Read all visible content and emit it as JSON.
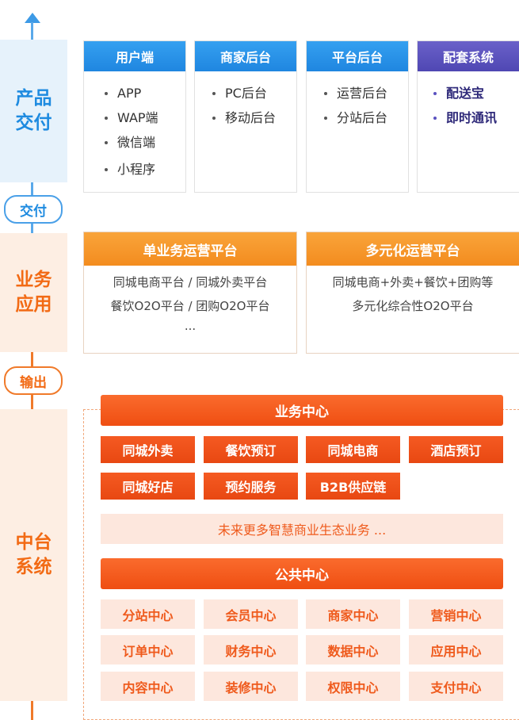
{
  "sections": {
    "product": "产品\n交付",
    "business": "业务\n应用",
    "middle": "中台\n系统"
  },
  "connectors": {
    "deliver": "交付",
    "output": "输出"
  },
  "product_columns": [
    {
      "title": "用户端",
      "items": [
        "APP",
        "WAP端",
        "微信端",
        "小程序"
      ]
    },
    {
      "title": "商家后台",
      "items": [
        "PC后台",
        "移动后台"
      ]
    },
    {
      "title": "平台后台",
      "items": [
        "运营后台",
        "分站后台"
      ]
    },
    {
      "title": "配套系统",
      "items": [
        "配送宝",
        "即时通讯"
      ]
    }
  ],
  "platforms": [
    {
      "title": "单业务运营平台",
      "lines": [
        "同城电商平台 / 同城外卖平台",
        "餐饮O2O平台 / 团购O2O平台",
        "..."
      ]
    },
    {
      "title": "多元化运营平台",
      "lines": [
        "同城电商+外卖+餐饮+团购等",
        "多元化综合性O2O平台"
      ]
    }
  ],
  "business_center": {
    "title": "业务中心",
    "tiles": [
      "同城外卖",
      "餐饮预订",
      "同城电商",
      "酒店预订",
      "同城好店",
      "预约服务",
      "B2B供应链"
    ],
    "future": "未来更多智慧商业生态业务 ..."
  },
  "public_center": {
    "title": "公共中心",
    "tiles": [
      "分站中心",
      "会员中心",
      "商家中心",
      "营销中心",
      "订单中心",
      "财务中心",
      "数据中心",
      "应用中心",
      "内容中心",
      "装修中心",
      "权限中心",
      "支付中心"
    ]
  },
  "colors": {
    "blue": "#1e8be0",
    "purple": "#4f47b3",
    "amber": "#f38c1f",
    "orange": "#ef4e12",
    "light_orange": "#fde7dd"
  }
}
